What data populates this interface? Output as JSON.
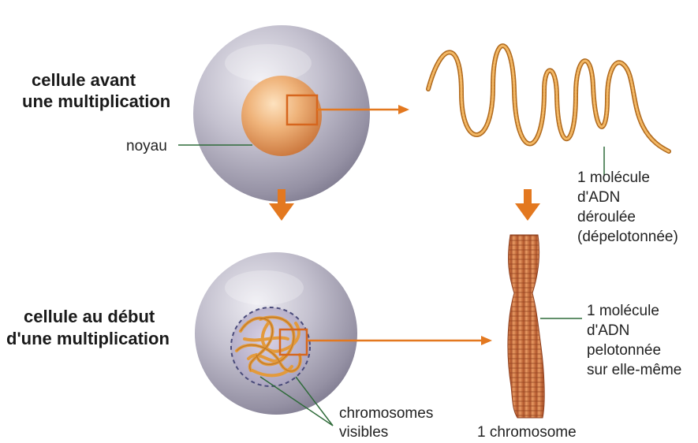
{
  "labels": {
    "cell_before": [
      "cellule avant",
      "une multiplication"
    ],
    "cell_start": [
      "cellule au début",
      "d'une multiplication"
    ],
    "nucleus": "noyau",
    "dna_unrolled": [
      "1 molécule",
      "d'ADN",
      "déroulée",
      "(dépelotonnée)"
    ],
    "dna_coiled": [
      "1 molécule",
      "d'ADN",
      "pelotonnée",
      "sur elle-même"
    ],
    "chromosomes_visible": [
      "chromosomes",
      "visibles"
    ],
    "chromosome": "1 chromosome"
  },
  "colors": {
    "cell_body": "#a9a6b6",
    "nucleus": "#e0954f",
    "dna_strand": "#e39a3c",
    "arrow": "#e3781f",
    "chromosome": "#cf6a3a",
    "pointer_line": "#2f6b3a"
  }
}
